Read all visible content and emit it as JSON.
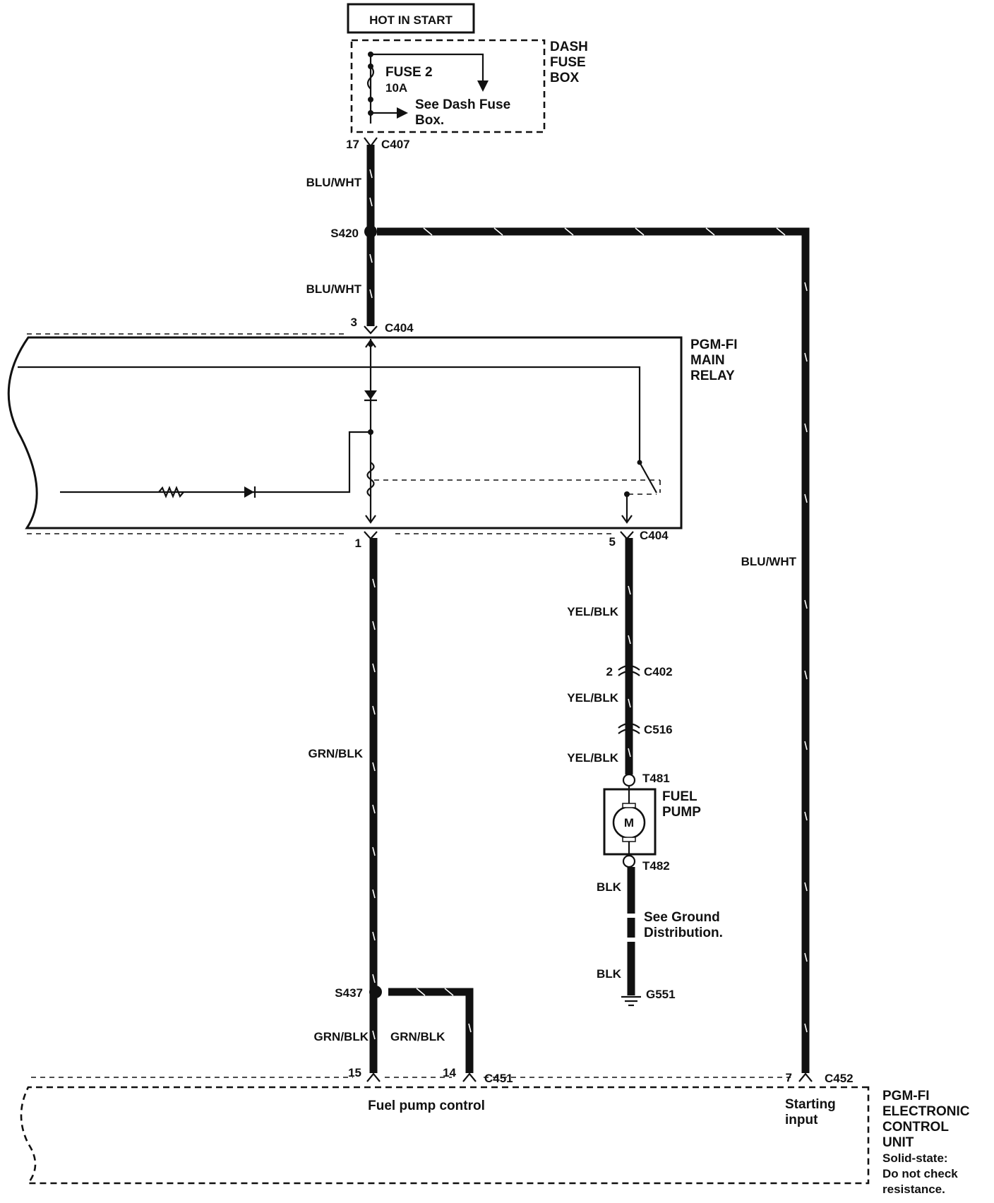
{
  "title_box": "HOT IN START",
  "dash_fuse_box": {
    "label_line1": "DASH",
    "label_line2": "FUSE",
    "label_line3": "BOX",
    "fuse_name": "FUSE 2",
    "fuse_rating": "10A",
    "see_line1": "See Dash Fuse",
    "see_line2": "Box."
  },
  "connectors": {
    "c407_pin": "17",
    "c407": "C407",
    "s420": "S420",
    "c404_top_pin": "3",
    "c404_top": "C404",
    "c404_pin1": "1",
    "c404_pin5": "5",
    "c404_bottom": "C404",
    "c402_pin": "2",
    "c402": "C402",
    "c516": "C516",
    "t481": "T481",
    "t482": "T482",
    "g551": "G551",
    "s437": "S437",
    "c451_pin15": "15",
    "c451_pin14": "14",
    "c451": "C451",
    "c452_pin": "7",
    "c452": "C452"
  },
  "wires": {
    "blu_wht_1": "BLU/WHT",
    "blu_wht_2": "BLU/WHT",
    "blu_wht_right": "BLU/WHT",
    "yel_blk_1": "YEL/BLK",
    "yel_blk_2": "YEL/BLK",
    "yel_blk_3": "YEL/BLK",
    "grn_blk_main": "GRN/BLK",
    "grn_blk_left": "GRN/BLK",
    "grn_blk_right": "GRN/BLK",
    "blk_1": "BLK",
    "blk_2": "BLK"
  },
  "relay": {
    "line1": "PGM-FI",
    "line2": "MAIN",
    "line3": "RELAY"
  },
  "fuel_pump": {
    "line1": "FUEL",
    "line2": "PUMP",
    "motor": "M"
  },
  "ground_note": {
    "line1": "See Ground",
    "line2": "Distribution."
  },
  "ecu": {
    "fuel_pump_control": "Fuel pump control",
    "starting_line1": "Starting",
    "starting_line2": "input",
    "line1": "PGM-FI",
    "line2": "ELECTRONIC",
    "line3": "CONTROL",
    "line4": "UNIT",
    "note1": "Solid-state:",
    "note2": "Do not check",
    "note3": "resistance."
  }
}
